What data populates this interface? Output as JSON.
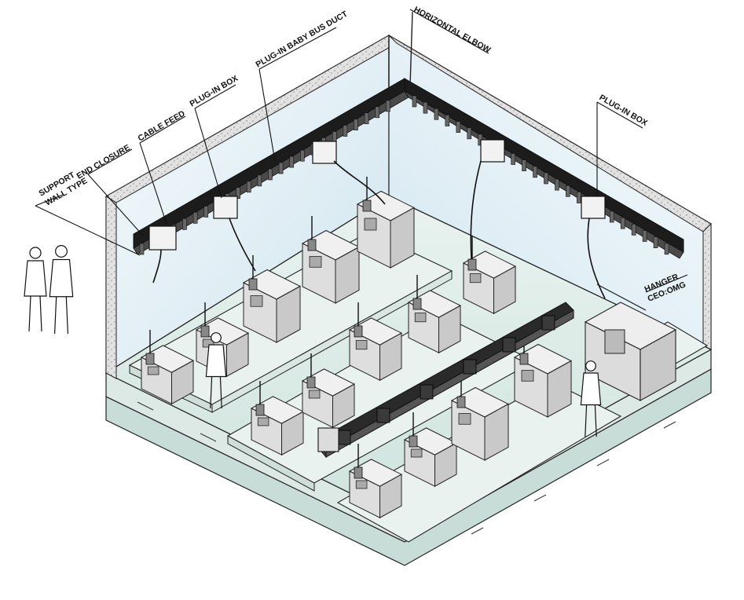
{
  "labels": {
    "support_wall_type_1": "SUPPORT",
    "support_wall_type_2": "WALL TYPE",
    "end_closure": "END CLOSURE",
    "cable_feed": "CABLE FEED",
    "plug_in_box_left": "PLUG-IN BOX",
    "plug_in_baby_bus_duct": "PLUG-IN BABY BUS DUCT",
    "horizontal_elbow": "HORIZONTAL ELBOW",
    "plug_in_box_right": "PLUG-IN BOX",
    "hanger": "HANGER",
    "hanger_code": "CEO:OMG"
  },
  "colors": {
    "floor": "#d7e9e4",
    "platform": "#e6f0ec",
    "wall_fill": "#eef6fa",
    "wall_concrete": "#d9d9d9",
    "machine": "#e3e3e3",
    "busway": "#1a1a1a",
    "outline": "#222222"
  }
}
